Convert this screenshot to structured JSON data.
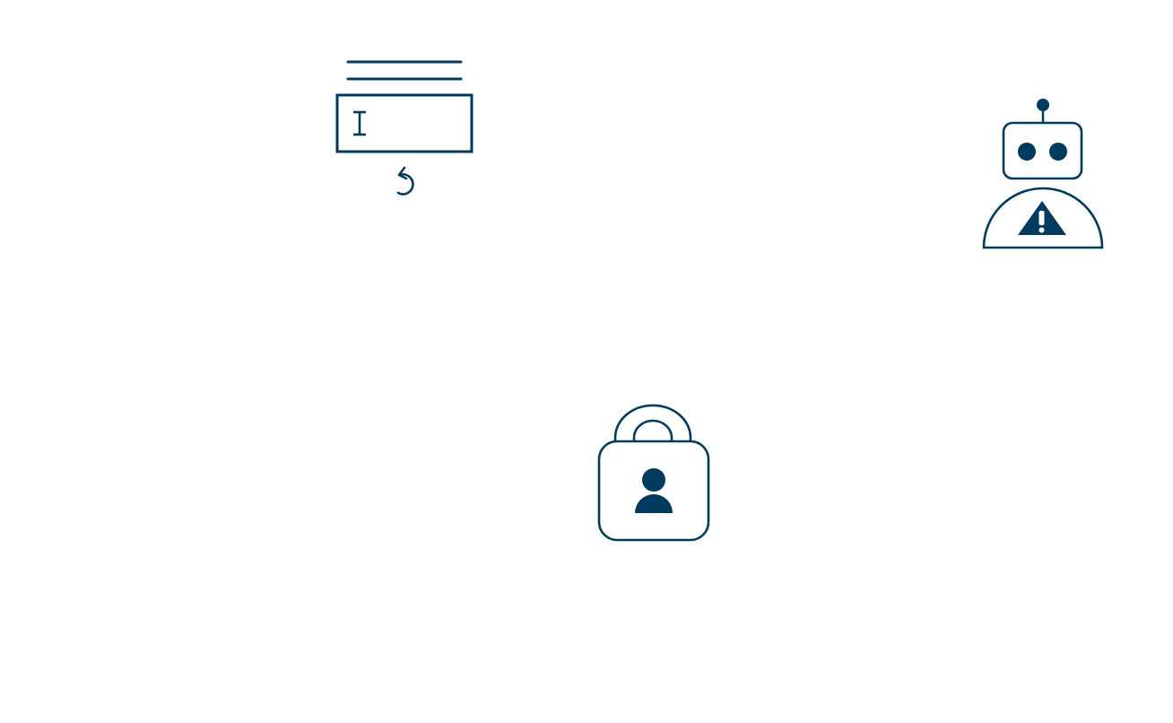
{
  "theme": {
    "stroke_color": "#003a5d",
    "fill_color": "#003a5d",
    "background": "#ffffff"
  },
  "illustrations": [
    {
      "id": "form-input",
      "icons": [
        "text-lines-icon",
        "text-input-field-icon",
        "text-cursor-icon",
        "undo-arrow-icon"
      ]
    },
    {
      "id": "robot-warning",
      "icons": [
        "robot-antenna-icon",
        "robot-head-icon",
        "robot-eyes-icon",
        "robot-body-icon",
        "warning-triangle-icon"
      ]
    },
    {
      "id": "user-lock",
      "icons": [
        "padlock-shackle-icon",
        "padlock-body-icon",
        "user-silhouette-icon"
      ]
    }
  ]
}
